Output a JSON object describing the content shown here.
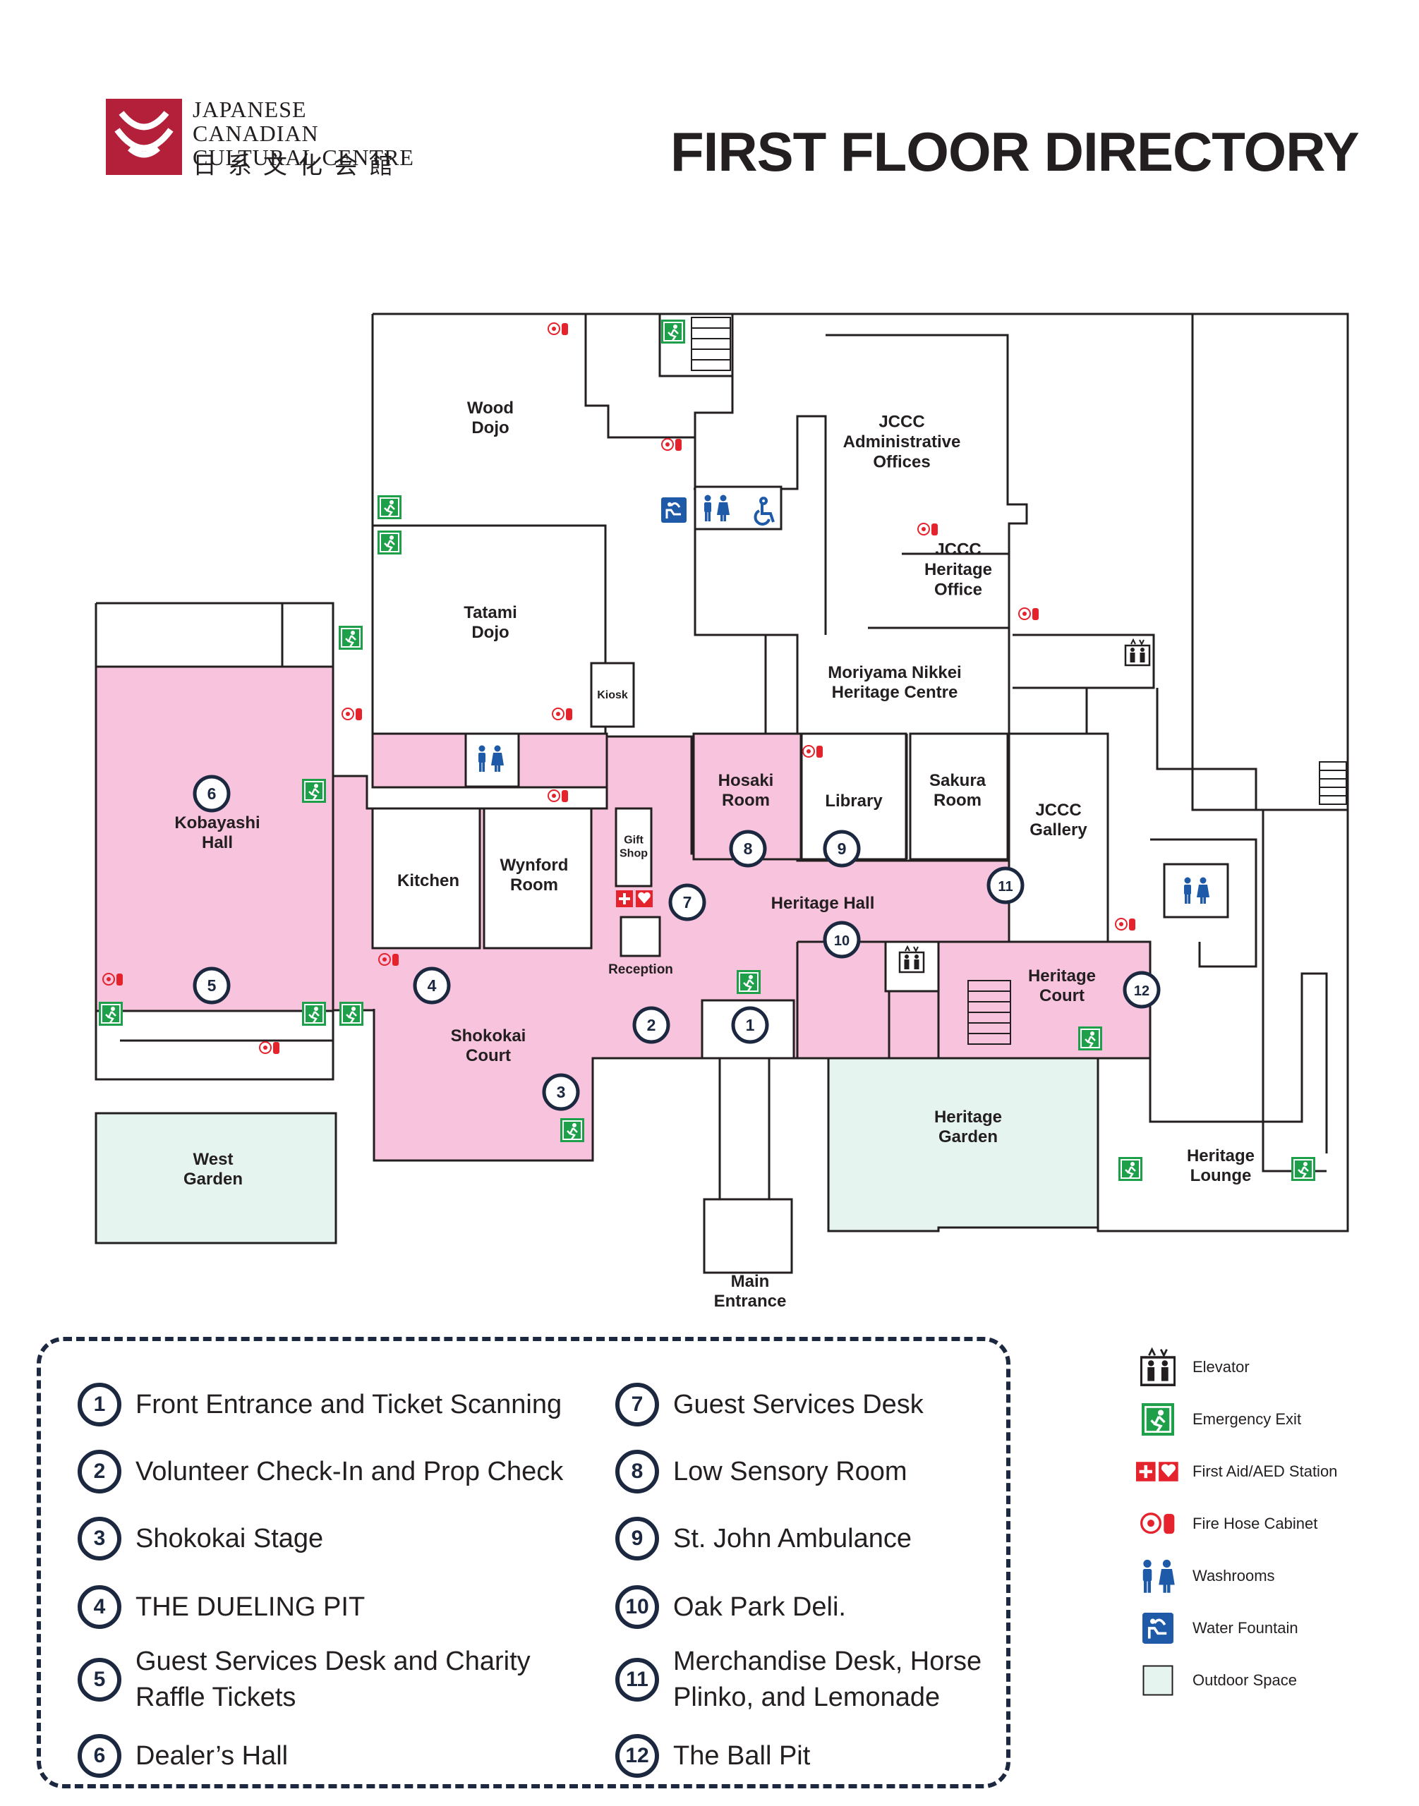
{
  "header": {
    "logo_en_line1": "JAPANESE CANADIAN",
    "logo_en_line2": "CULTURAL CENTRE",
    "logo_jp": "日系文化会館",
    "title": "FIRST FLOOR DIRECTORY"
  },
  "colors": {
    "event_space": "#f8c4dd",
    "outdoor_space": "#e5f4ef",
    "badge_navy": "#1c2840",
    "exit_green": "#1e9f4a",
    "first_aid_red": "#e5232d",
    "washroom_blue": "#1e5aa8",
    "logo_red": "#b41f3a"
  },
  "rooms": {
    "wood_dojo": "Wood\nDojo",
    "tatami_dojo": "Tatami\nDojo",
    "jccc_admin": "JCCC\nAdministrative\nOffices",
    "jccc_heritage_office": "JCCC\nHeritage\nOffice",
    "moriyama": "Moriyama Nikkei\nHeritage Centre",
    "kiosk": "Kiosk",
    "kobayashi_hall": "Kobayashi\nHall",
    "kitchen": "Kitchen",
    "wynford_room": "Wynford\nRoom",
    "gift_shop": "Gift\nShop",
    "hosaki_room": "Hosaki\nRoom",
    "library": "Library",
    "sakura_room": "Sakura\nRoom",
    "jccc_gallery": "JCCC\nGallery",
    "heritage_hall": "Heritage Hall",
    "reception": "Reception",
    "heritage_court": "Heritage\nCourt",
    "shokokai_court": "Shokokai\nCourt",
    "west_garden": "West\nGarden",
    "heritage_garden": "Heritage\nGarden",
    "heritage_lounge": "Heritage\nLounge",
    "main_entrance": "Main\nEntrance"
  },
  "markers": [
    "1",
    "2",
    "3",
    "4",
    "5",
    "6",
    "7",
    "8",
    "9",
    "10",
    "11",
    "12"
  ],
  "directory": [
    {
      "num": "1",
      "label": "Front Entrance and Ticket Scanning"
    },
    {
      "num": "2",
      "label": "Volunteer Check-In and Prop Check"
    },
    {
      "num": "3",
      "label": "Shokokai Stage"
    },
    {
      "num": "4",
      "label": "THE DUELING PIT"
    },
    {
      "num": "5",
      "label": "Guest Services Desk and Charity\nRaffle Tickets"
    },
    {
      "num": "6",
      "label": "Dealer’s Hall"
    },
    {
      "num": "7",
      "label": "Guest Services Desk"
    },
    {
      "num": "8",
      "label": "Low Sensory Room"
    },
    {
      "num": "9",
      "label": "St. John Ambulance"
    },
    {
      "num": "10",
      "label": "Oak Park Deli."
    },
    {
      "num": "11",
      "label": "Merchandise Desk, Horse\nPlinko, and Lemonade"
    },
    {
      "num": "12",
      "label": "The Ball Pit"
    }
  ],
  "key": [
    {
      "icon": "elevator-icon",
      "label": "Elevator"
    },
    {
      "icon": "emergency-exit-icon",
      "label": "Emergency Exit"
    },
    {
      "icon": "first-aid-aed-icon",
      "label": "First Aid/AED Station"
    },
    {
      "icon": "fire-hose-cabinet-icon",
      "label": "Fire Hose Cabinet"
    },
    {
      "icon": "washrooms-icon",
      "label": "Washrooms"
    },
    {
      "icon": "water-fountain-icon",
      "label": "Water Fountain"
    },
    {
      "icon": "outdoor-space-swatch",
      "label": "Outdoor Space"
    }
  ]
}
